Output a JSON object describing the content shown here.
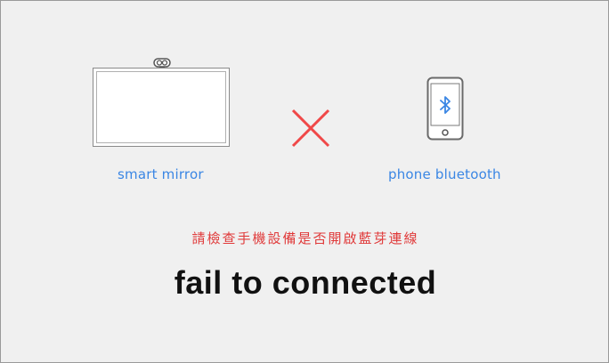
{
  "devices": {
    "mirror": {
      "label": "smart mirror",
      "icon": "smart-mirror-icon"
    },
    "phone": {
      "label": "phone bluetooth",
      "icon": "phone-bluetooth-icon"
    },
    "status_icon": "x-mark-icon"
  },
  "message": {
    "hint": "請檢查手機設備是否開啟藍芽連線",
    "title": "fail to connected"
  },
  "colors": {
    "background": "#f0f0f0",
    "label_blue": "#3a86e4",
    "hint_red": "#e03a3a",
    "x_red": "#f04848",
    "title_black": "#111111"
  }
}
